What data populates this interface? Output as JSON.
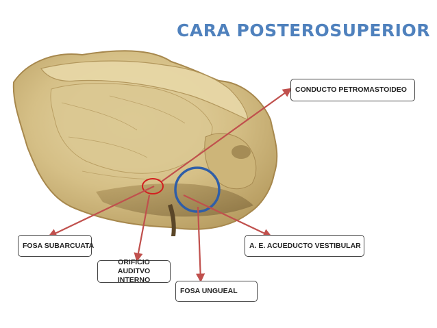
{
  "title": "CARA POSTEROSUPERIOR",
  "labels": {
    "conducto": "CONDUCTO PETROMASTOIDEO",
    "fosa_subarcuata": "FOSA SUBARCUATA",
    "orificio": "ORIFICIO AUDITVO INTERNO",
    "acueducto": "A. E. ACUEDUCTO VESTIBULAR",
    "fosa_ungueal": "FOSA UNGUEAL"
  },
  "colors": {
    "title": "#4f81bd",
    "arrow": "#c0504d",
    "red_marker": "#d21f1f",
    "blue_marker": "#2f5ea8",
    "bone": "#d9c48e"
  },
  "figure": "temporal-bone-photo"
}
